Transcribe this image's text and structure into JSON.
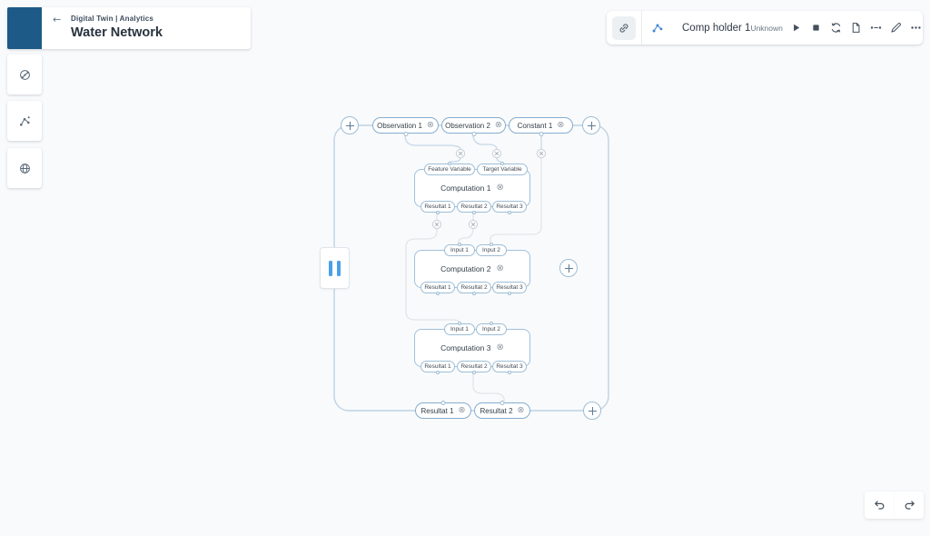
{
  "app": {
    "breadcrumb": "Digital Twin | Analytics",
    "title": "Water Network"
  },
  "glyphs": {
    "back": "←",
    "remove": "⊗"
  },
  "sidebar": {
    "items": [
      {
        "icon": "model-network-icon"
      },
      {
        "icon": "scatter-graph-icon"
      },
      {
        "icon": "globe-icon"
      }
    ]
  },
  "toolbar": {
    "left_icons": [
      "link-icon",
      "graph-nodes-icon"
    ],
    "component_name": "Comp holder 1",
    "status": "Unknown",
    "action_icons": [
      "play-icon",
      "stop-icon",
      "sync-icon",
      "document-icon",
      "dot-dash-icon",
      "edit-icon",
      "more-icon",
      "pause-icon"
    ]
  },
  "history": {
    "icons": [
      "undo-icon",
      "redo-icon"
    ]
  },
  "diagram": {
    "inputs": [
      {
        "label": "Observation 1"
      },
      {
        "label": "Observation 2"
      },
      {
        "label": "Constant 1"
      }
    ],
    "computations": [
      {
        "title": "Computation 1",
        "top_ports": [
          "Feature Variable",
          "Target Variable"
        ],
        "bottom_ports": [
          "Resultat 1",
          "Resultat 2",
          "Resultat 3"
        ]
      },
      {
        "title": "Computation 2",
        "top_ports": [
          "Input 1",
          "Input 2"
        ],
        "bottom_ports": [
          "Resultat 1",
          "Resultat 2",
          "Resultat 3"
        ]
      },
      {
        "title": "Computation 3",
        "top_ports": [
          "Input 1",
          "Input 2"
        ],
        "bottom_ports": [
          "Resultat 1",
          "Resultat 2",
          "Resultat 3"
        ]
      }
    ],
    "outputs": [
      {
        "label": "Resultat 1"
      },
      {
        "label": "Resultat 2"
      }
    ]
  },
  "colors": {
    "brand": "#1d5a87",
    "accent_blue": "#4aa0e8",
    "node_border": "#84add0",
    "rail": "#bdd2e6",
    "wire_gray": "#e1e5e9",
    "toolbar_icon": "#44505c"
  }
}
